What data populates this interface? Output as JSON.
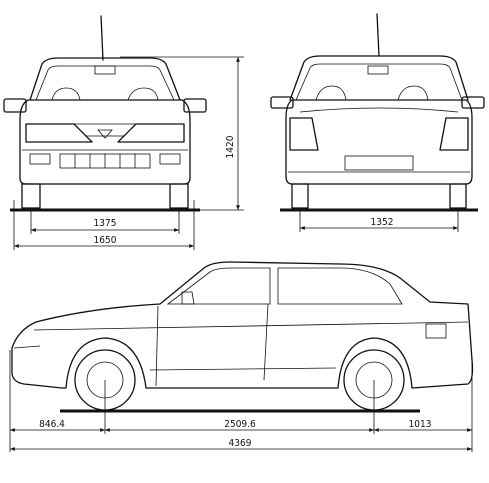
{
  "dimensions": {
    "front_track": "1375",
    "width": "1650",
    "height": "1420",
    "rear_track": "1352",
    "front_overhang": "846.4",
    "wheelbase": "2509.6",
    "rear_overhang": "1013",
    "length": "4369"
  }
}
